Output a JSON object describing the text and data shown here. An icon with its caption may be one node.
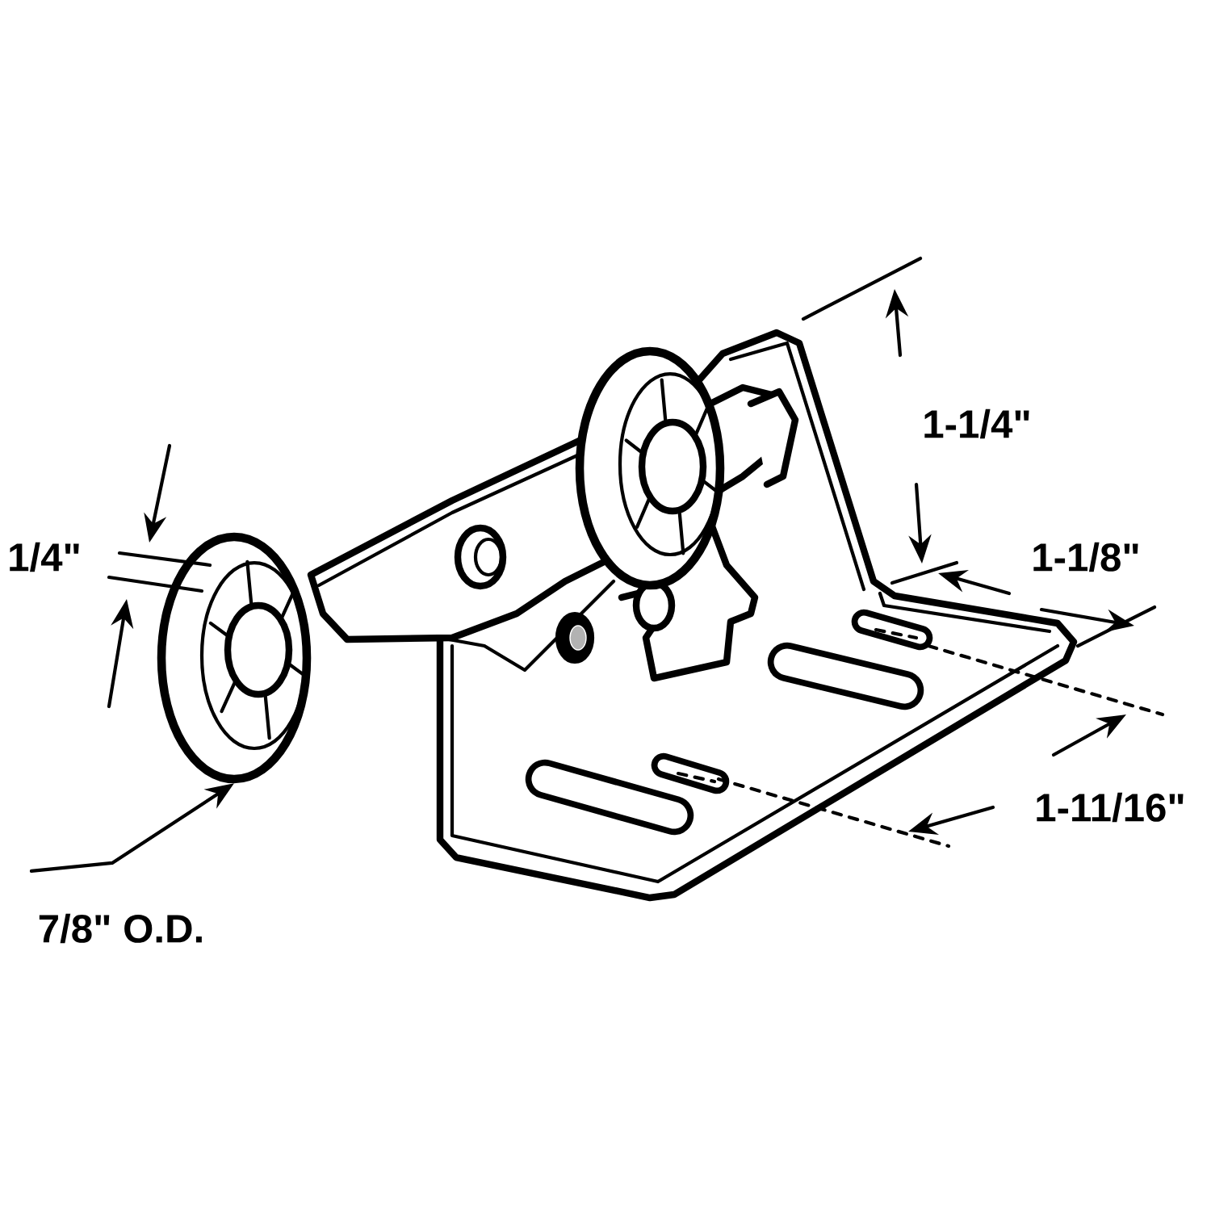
{
  "diagram": {
    "nodes": [
      {
        "text": [
          "7/8\" O.D."
        ]
      },
      {
        "text": [],
        "shape": "circle"
      }
    ],
    "edges": [
      {
        "from": 0,
        "to": 1,
        "arrow": "to"
      }
    ],
    "labels": [
      "1-1/4\"",
      "1/4\"",
      "1-1/8\"",
      "1-11/16\""
    ]
  }
}
